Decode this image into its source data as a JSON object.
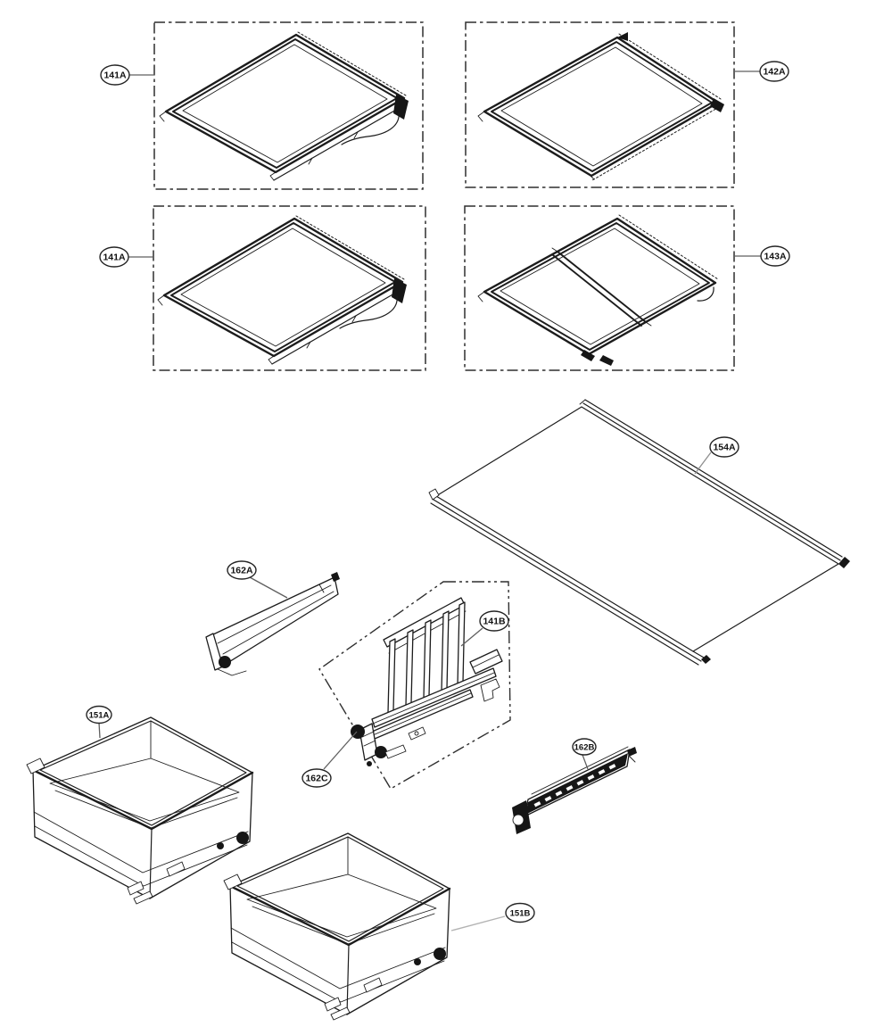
{
  "callouts": [
    {
      "id": "shelf-assembly-top-left",
      "label": "141A"
    },
    {
      "id": "shelf-assembly-top-right",
      "label": "142A"
    },
    {
      "id": "shelf-assembly-mid-left",
      "label": "141A"
    },
    {
      "id": "folding-shelf-assembly",
      "label": "143A"
    },
    {
      "id": "large-shelf-panel",
      "label": "154A"
    },
    {
      "id": "rail-left",
      "label": "162A"
    },
    {
      "id": "rack-assembly",
      "label": "141B"
    },
    {
      "id": "rail-assembly-group",
      "label": "162C"
    },
    {
      "id": "drawer-bin-left",
      "label": "151A"
    },
    {
      "id": "rail-right",
      "label": "162B"
    },
    {
      "id": "drawer-bin-bottom",
      "label": "151B"
    }
  ],
  "colors": {
    "line": "#1c1c1c",
    "dashed_box": "#2f2f2f",
    "leader_gray": "#8f8f8f",
    "leader_dark": "#5f5f5f",
    "leader_light": "#b3b3b3",
    "background": "#ffffff"
  }
}
